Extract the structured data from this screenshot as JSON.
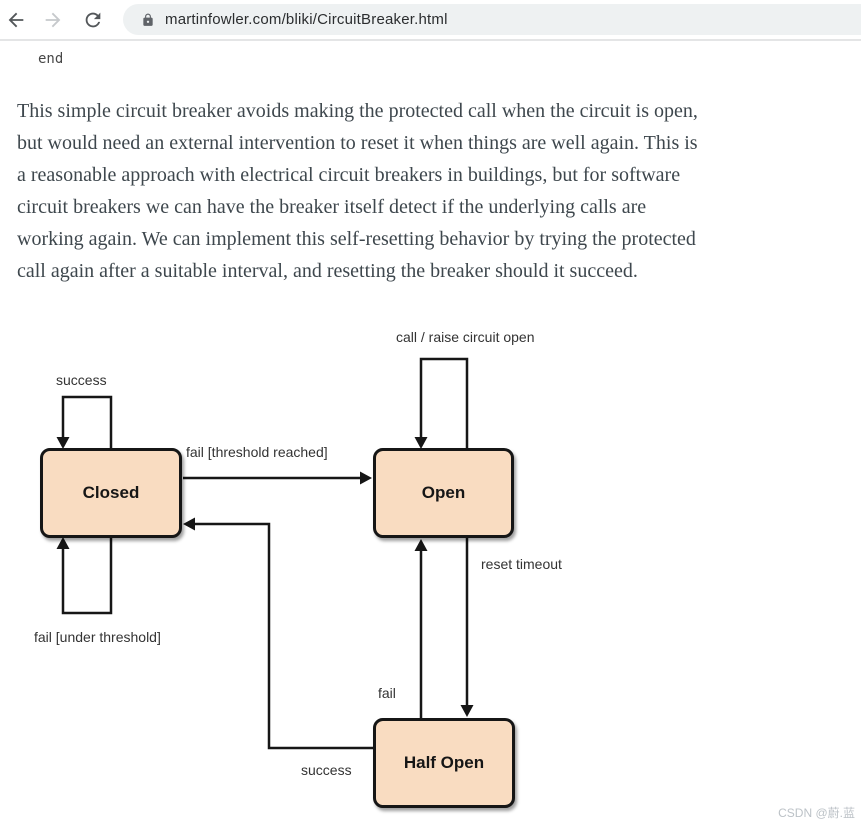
{
  "browser": {
    "url": "martinfowler.com/bliki/CircuitBreaker.html"
  },
  "content": {
    "code_tail": "end",
    "paragraph": {
      "lines": [
        "This simple circuit breaker avoids making the protected call when the circuit is open,",
        "but would need an external intervention to reset it when things are well again. This is",
        "a reasonable approach with electrical circuit breakers in buildings, but for software",
        "circuit breakers we can have the breaker itself detect if the underlying calls are",
        "working again. We can implement this self-resetting behavior by trying the protected",
        "call again after a suitable interval, and resetting the breaker should it succeed."
      ]
    }
  },
  "diagram": {
    "type": "state-diagram",
    "states": {
      "closed": "Closed",
      "open": "Open",
      "half_open": "Half Open"
    },
    "edges": {
      "closed_self_top": "success",
      "closed_to_open": "fail [threshold reached]",
      "closed_self_bottom": "fail [under threshold]",
      "open_self_top": "call / raise circuit open",
      "open_to_half_open": "reset timeout",
      "half_open_to_open": "fail",
      "half_open_to_closed": "success"
    },
    "colors": {
      "state_fill": "#f9dcc1",
      "state_border": "#161616",
      "edge_line": "#161616"
    }
  },
  "watermark": "CSDN @蔚.蓝"
}
